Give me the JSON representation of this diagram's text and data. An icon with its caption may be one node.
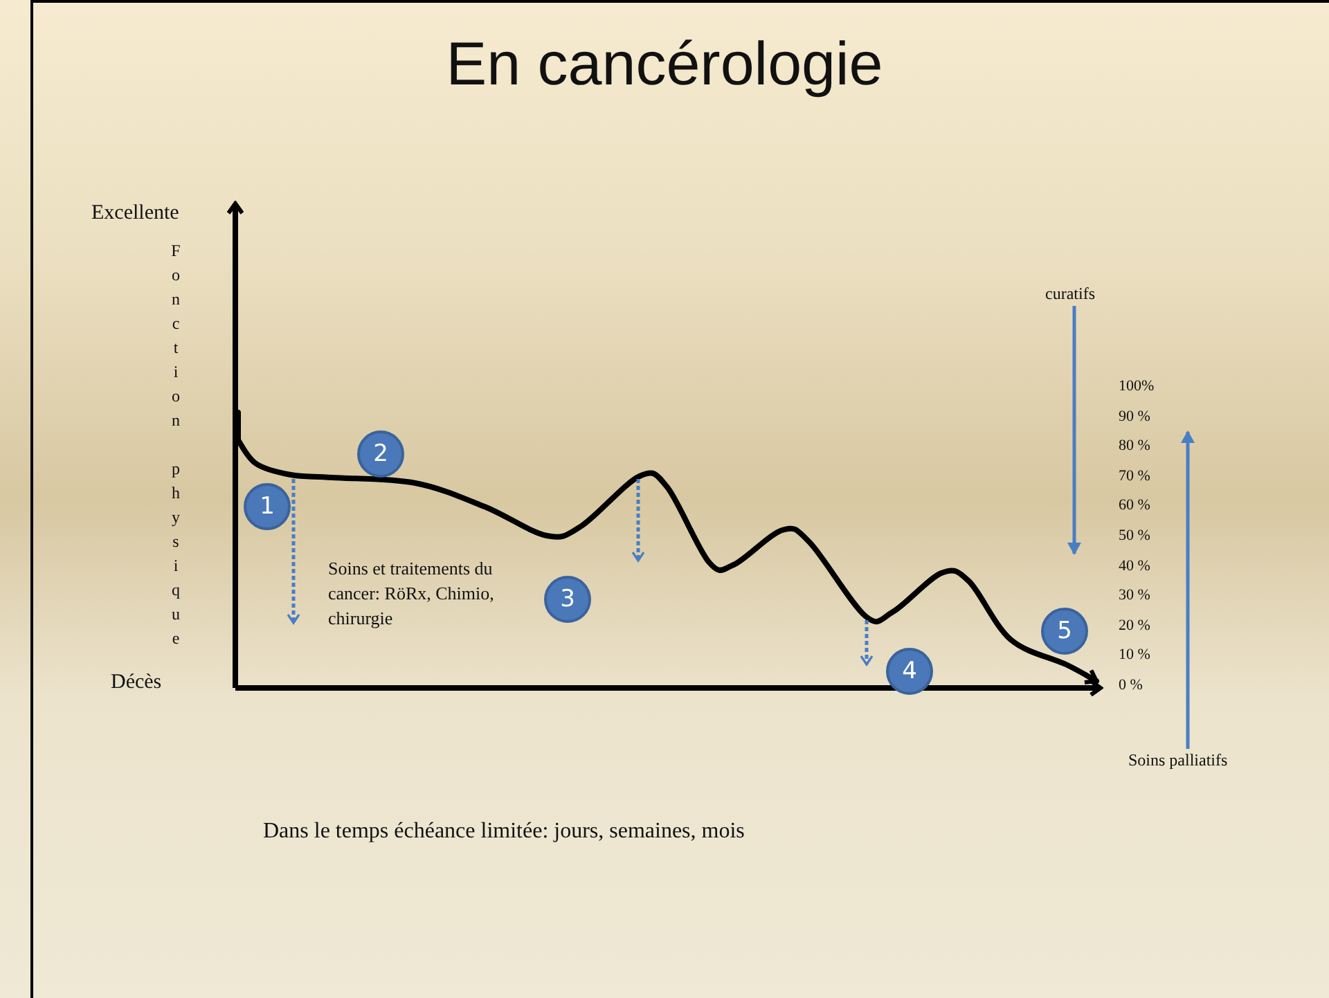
{
  "diagram": {
    "title": "En cancérologie",
    "nodes": [
      {
        "text": [
          "1"
        ]
      },
      {
        "text": [
          "2"
        ]
      },
      {
        "text": [
          "3"
        ]
      },
      {
        "text": [
          "4"
        ]
      },
      {
        "text": [
          "5"
        ]
      },
      {
        "text": [
          "curatifs"
        ]
      },
      {
        "text": [
          "Soins palliatifs"
        ]
      }
    ],
    "edges": [
      {
        "from": 5,
        "to": null,
        "arrow": "to"
      },
      {
        "from": 6,
        "to": null,
        "arrow": "to"
      }
    ],
    "labels": [
      "Excellente",
      "Fonction physique",
      "Décès",
      "Soins et traitements du cancer:  RöRx, Chimio, chirurgie",
      "100%",
      "90 %",
      "80 %",
      "70 %",
      "60 %",
      "50 %",
      "40 %",
      "30 %",
      "20 %",
      "10 %",
      "0 %",
      "Dans le temps échéance limitée: jours, semaines, mois"
    ]
  }
}
